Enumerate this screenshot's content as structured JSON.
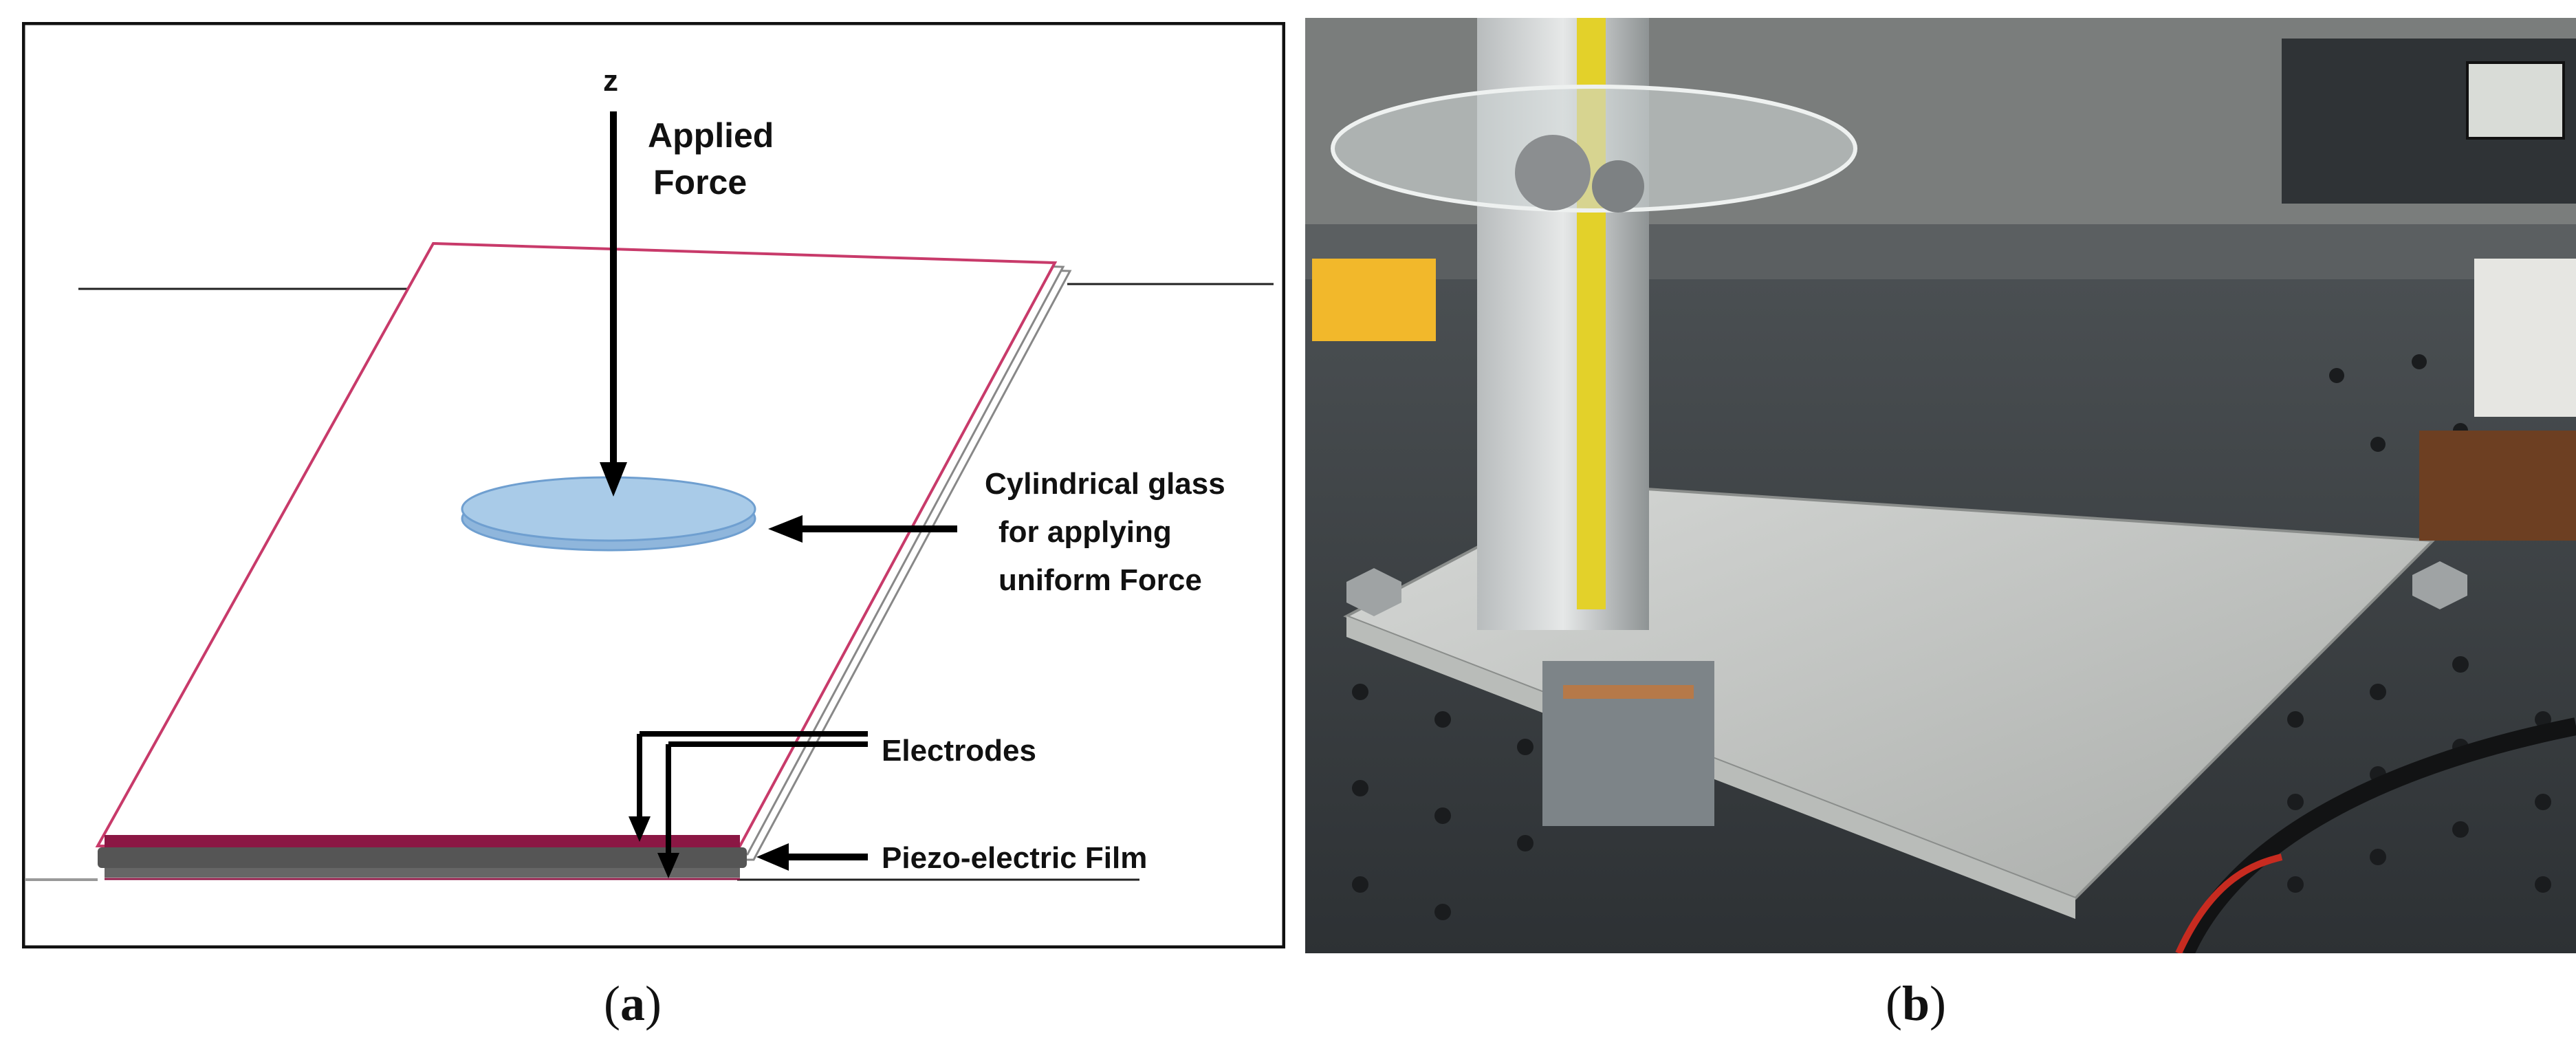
{
  "panel_a": {
    "axis_label": "z",
    "applied_force": [
      "Applied",
      "Force"
    ],
    "glass_label": [
      "Cylindrical glass",
      "for applying",
      "uniform Force"
    ],
    "electrodes_label": "Electrodes",
    "film_label": "Piezo-electric Film",
    "colors": {
      "plate_edge": "#c83a6a",
      "electrode": "#8b1744",
      "film": "#555555",
      "glass_fill": "#a9cbe8",
      "glass_edge": "#6f9fd0"
    }
  },
  "panel_b": {
    "description_icon": "photo-experimental-setup"
  },
  "captions": {
    "a_open": "(",
    "a_letter": "a",
    "a_close": ")",
    "b_open": "(",
    "b_letter": "b",
    "b_close": ")"
  }
}
